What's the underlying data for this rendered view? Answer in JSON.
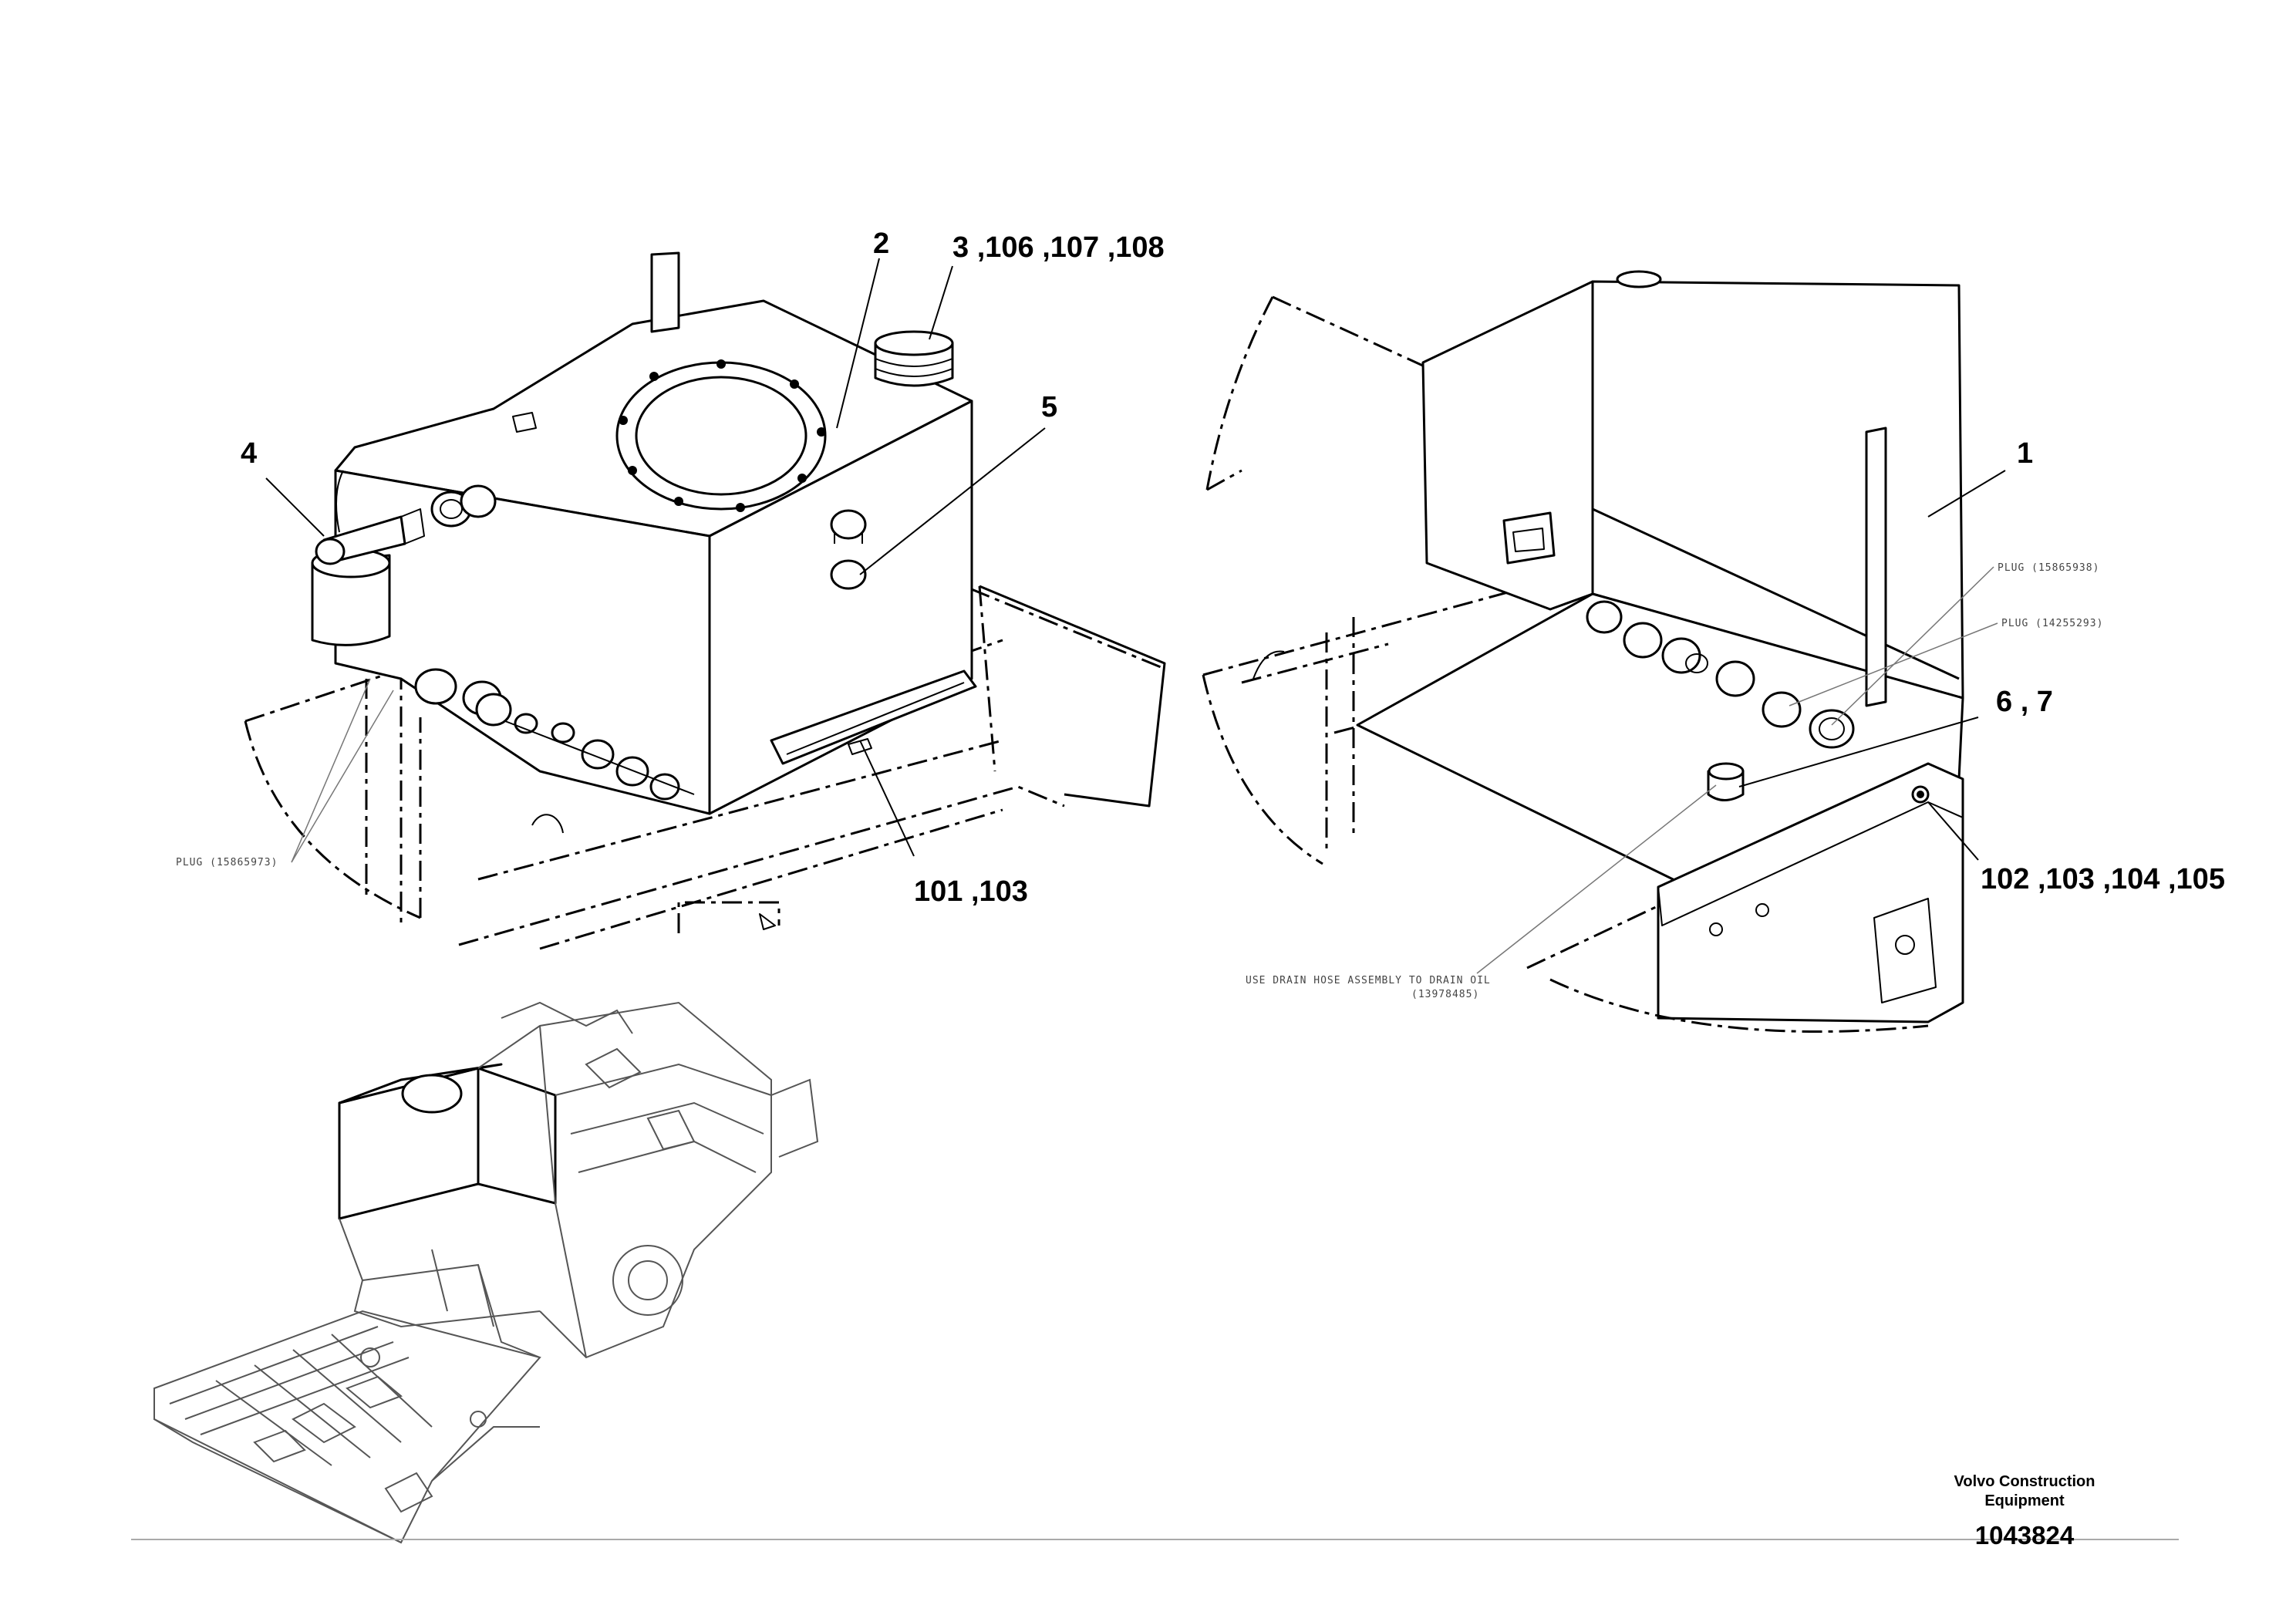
{
  "callouts": {
    "c1": "1",
    "c2": "2",
    "c3": "3 ,106 ,107 ,108",
    "c4": "4",
    "c5": "5",
    "c6": "6 , 7",
    "c101": "101 ,103",
    "c102": "102 ,103 ,104 ,105"
  },
  "notes": {
    "plug_left": "PLUG (15865973)",
    "plug_right_1": "PLUG (15865938)",
    "plug_right_2": "PLUG (14255293)",
    "drain_line1": "USE DRAIN HOSE ASSEMBLY TO DRAIN OIL",
    "drain_line2": "(13978485)"
  },
  "title_block": {
    "company_line1": "Volvo Construction",
    "company_line2": "Equipment",
    "drawing_number": "1043824"
  }
}
